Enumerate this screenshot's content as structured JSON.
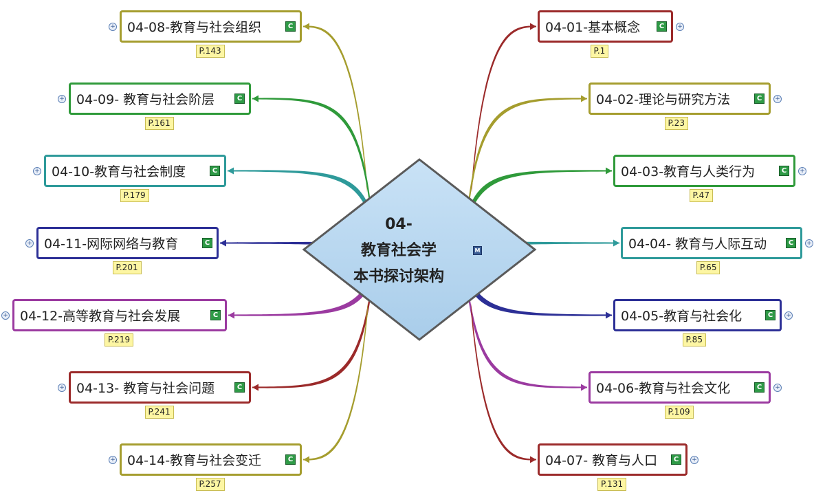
{
  "center": {
    "line1": "04-",
    "line2": "教育社会学",
    "line3": "本书探讨架构",
    "marker": "M"
  },
  "colors": {
    "olive": "#a59d2e",
    "darkred": "#9b2a2a",
    "green": "#2f9a3a",
    "teal": "#2e9a9a",
    "navy": "#2c2f96",
    "purple": "#9b3aa0",
    "center_fill": "#a9cdea",
    "center_border": "#5a5a5a"
  },
  "topic_icon": "C",
  "expand_icon": "plus-circle-icon",
  "nodes": [
    {
      "id": "n01",
      "label": "04-01-基本概念",
      "page": "P.1",
      "color": "darkred"
    },
    {
      "id": "n02",
      "label": "04-02-理论与研究方法",
      "page": "P.23",
      "color": "olive"
    },
    {
      "id": "n03",
      "label": "04-03-教育与人类行为",
      "page": "P.47",
      "color": "green"
    },
    {
      "id": "n04",
      "label": "04-04- 教育与人际互动",
      "page": "P.65",
      "color": "teal"
    },
    {
      "id": "n05",
      "label": "04-05-教育与社会化",
      "page": "P.85",
      "color": "navy"
    },
    {
      "id": "n06",
      "label": "04-06-教育与社会文化",
      "page": "P.109",
      "color": "purple"
    },
    {
      "id": "n07",
      "label": "04-07- 教育与人口",
      "page": "P.131",
      "color": "darkred"
    },
    {
      "id": "n08",
      "label": "04-08-教育与社会组织",
      "page": "P.143",
      "color": "olive"
    },
    {
      "id": "n09",
      "label": "04-09- 教育与社会阶层",
      "page": "P.161",
      "color": "green"
    },
    {
      "id": "n10",
      "label": "04-10-教育与社会制度",
      "page": "P.179",
      "color": "teal"
    },
    {
      "id": "n11",
      "label": "04-11-网际网络与教育",
      "page": "P.201",
      "color": "navy"
    },
    {
      "id": "n12",
      "label": "04-12-高等教育与社会发展",
      "page": "P.219",
      "color": "purple"
    },
    {
      "id": "n13",
      "label": "04-13- 教育与社会问题",
      "page": "P.241",
      "color": "darkred"
    },
    {
      "id": "n14",
      "label": "04-14-教育与社会变迁",
      "page": "P.257",
      "color": "olive"
    }
  ]
}
